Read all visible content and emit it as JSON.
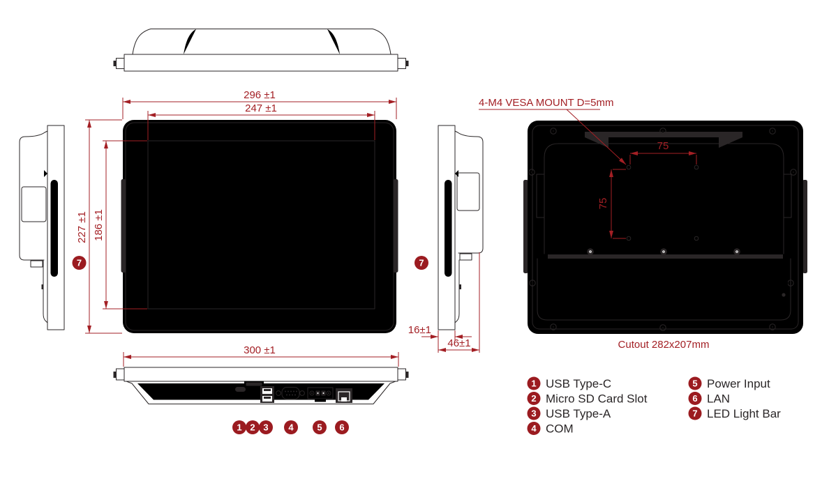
{
  "diagram": {
    "title": "panel-pc-dimension-drawing",
    "dimensions": {
      "front_width_outer": "296 ±1",
      "front_width_inner": "247 ±1",
      "front_height_outer": "227 ±1",
      "front_height_inner": "186 ±1",
      "bottom_width": "300 ±1",
      "side_bezel": "16±1",
      "side_depth": "46±1",
      "vesa_horizontal": "75",
      "vesa_vertical": "75"
    },
    "labels": {
      "vesa_mount": "4-M4 VESA MOUNT D=5mm",
      "cutout": "Cutout 282x207mm"
    },
    "callouts": {
      "c1": "1",
      "c2": "2",
      "c3": "3",
      "c4": "4",
      "c5": "5",
      "c6": "6",
      "c7": "7"
    },
    "legend": {
      "items": [
        {
          "num": "1",
          "label": "USB Type-C"
        },
        {
          "num": "2",
          "label": "Micro SD Card Slot"
        },
        {
          "num": "3",
          "label": "USB Type-A"
        },
        {
          "num": "4",
          "label": "COM"
        },
        {
          "num": "5",
          "label": "Power Input"
        },
        {
          "num": "6",
          "label": "LAN"
        },
        {
          "num": "7",
          "label": "LED Light Bar"
        }
      ]
    },
    "colors": {
      "line": "#2a2627",
      "dimension_red": "#a31f24",
      "callout_red": "#9b1b20"
    }
  }
}
